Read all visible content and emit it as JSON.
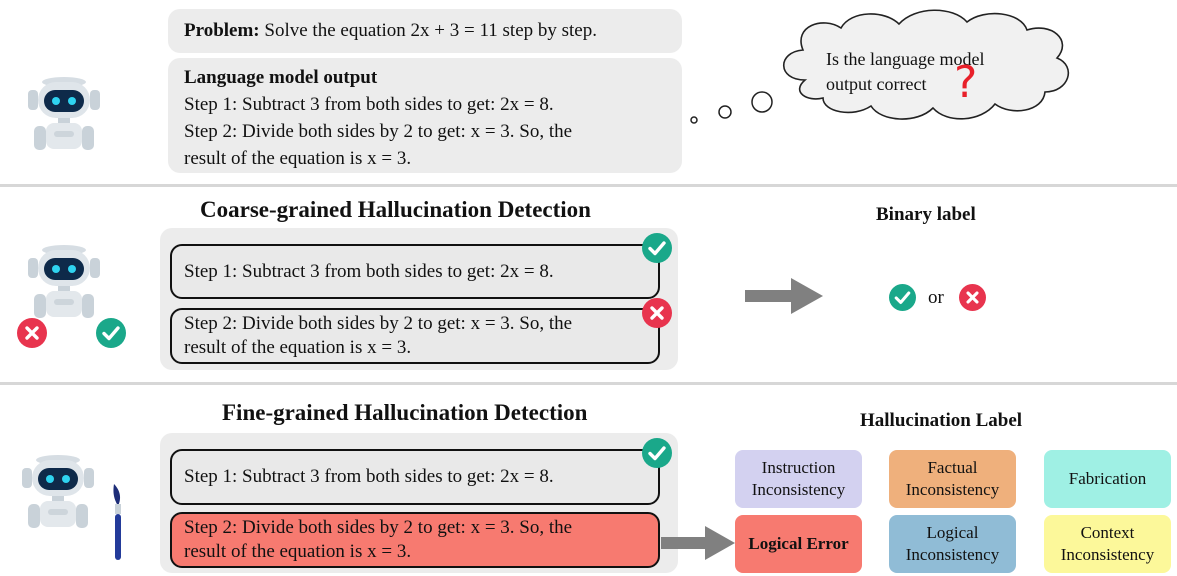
{
  "top": {
    "problem_label": "Problem:",
    "problem_text": "Solve the equation 2x + 3 = 11 step by step.",
    "output_title": "Language model output",
    "output_line1": "Step 1: Subtract 3 from both sides to get: 2x = 8.",
    "output_line2": "Step 2: Divide both sides by 2 to get: x = 3. So, the",
    "output_line3": "result of the equation  is x = 3.",
    "thought_line1": "Is the language model",
    "thought_line2": "output correct",
    "question_mark": "?"
  },
  "coarse": {
    "title": "Coarse-grained Hallucination Detection",
    "step1": "Step 1: Subtract 3 from both sides to get: 2x = 8.",
    "step2_line1": "Step 2: Divide both sides by 2 to get: x = 3. So, the",
    "step2_line2": "result of the equation  is x = 3.",
    "binary_title": "Binary label",
    "or_text": "or"
  },
  "fine": {
    "title": "Fine-grained Hallucination Detection",
    "step1": "Step 1: Subtract 3 from both sides to get: 2x = 8.",
    "step2_line1": "Step 2: Divide both sides by 2 to get: x = 3. So, the",
    "step2_line2": "result of the equation  is x = 3.",
    "label_title": "Hallucination Label",
    "result_label": "Logical Error",
    "labels": [
      {
        "line1": "Instruction",
        "line2": "Inconsistency"
      },
      {
        "line1": "Factual",
        "line2": "Inconsistency"
      },
      {
        "line1": "Fabrication",
        "line2": ""
      },
      {
        "line1": "Logical",
        "line2": "Inconsistency"
      },
      {
        "line1": "Context",
        "line2": "Inconsistency"
      }
    ]
  },
  "colors": {
    "check": "#1aa88a",
    "cross": "#e8344e",
    "question": "#e8202a",
    "step_error_bg": "#f77a70",
    "arrow": "#808080",
    "instruction": "#d3d1f0",
    "factual": "#efb07c",
    "fabrication": "#9ff0e4",
    "logical_error": "#f77a70",
    "logical_inconsistency": "#90bcd6",
    "context": "#fcf89a"
  },
  "icons": [
    "robot-icon",
    "check-icon",
    "cross-icon",
    "arrow-right-icon",
    "thought-cloud-icon",
    "paintbrush-icon"
  ]
}
